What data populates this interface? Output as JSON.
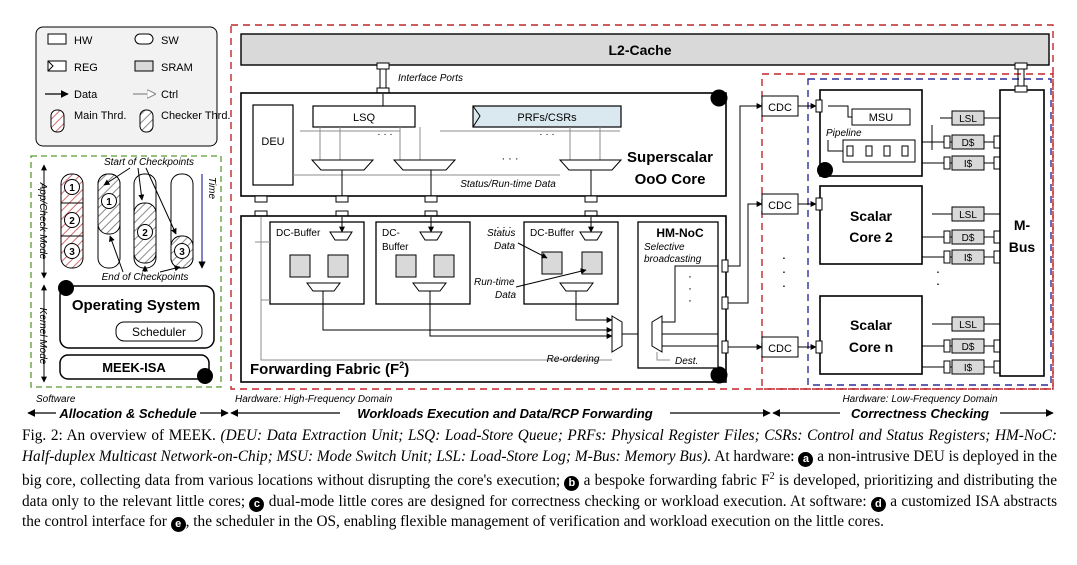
{
  "legend": {
    "hw": "HW",
    "sw": "SW",
    "reg": "REG",
    "sram": "SRAM",
    "data": "Data",
    "ctrl": "Ctrl",
    "main_thrd": "Main Thrd.",
    "checker_thrd": "Checker Thrd."
  },
  "software_panel": {
    "start_checkpoints": "Start of Checkpoints",
    "end_checkpoints": "End of Checkpoints",
    "time": "Time",
    "app_check_mode": "App/Check Mode",
    "kernel_mode": "Kernel Mode",
    "circle_1": "1",
    "circle_2": "2",
    "circle_3": "3",
    "os_title": "Operating System",
    "scheduler": "Scheduler",
    "isa": "MEEK-ISA",
    "badge_e": "e",
    "badge_d": "d",
    "domain_label": "Software"
  },
  "big_core": {
    "l2": "L2-Cache",
    "interface_ports": "Interface Ports",
    "lsq": "LSQ",
    "prfs": "PRFs/CSRs",
    "deu": "DEU",
    "title_line1": "Superscalar",
    "title_line2": "OoO Core",
    "status_runtime": "Status/Run-time Data",
    "ellipsis": "· · ·",
    "badge_a": "a",
    "badge_b": "b",
    "dc_buffer": "DC-Buffer",
    "dc_buffer_split1": "DC-",
    "dc_buffer_split2": "Buffer",
    "status_data1": "Status",
    "status_data2": "Data",
    "runtime_data1": "Run-time",
    "runtime_data2": "Data",
    "hmnoc": "HM-NoC",
    "selective1": "Selective",
    "selective2": "broadcasting",
    "reordering": "Re-ordering",
    "dest": "Dest.",
    "fabric_title": "Forwarding Fabric (F",
    "fabric_sup": "2",
    "fabric_close": ")",
    "domain_label": "Hardware: High-Frequency Domain"
  },
  "little_cores": {
    "cdc": "CDC",
    "msu": "MSU",
    "pipeline": "Pipeline",
    "lsl": "LSL",
    "dcache": "D$",
    "icache": "I$",
    "scalar2_line1": "Scalar",
    "scalar2_line2": "Core 2",
    "scalarn_line1": "Scalar",
    "scalarn_line2": "Core n",
    "mbus_line1": "M-",
    "mbus_line2": "Bus",
    "badge_c": "c",
    "vdots": "·",
    "domain_label": "Hardware: Low-Frequency Domain"
  },
  "phases": {
    "alloc": "Allocation & Schedule",
    "exec": "Workloads Execution and Data/RCP Forwarding",
    "check": "Correctness Checking"
  },
  "caption": {
    "fig_label": "Fig. 2: An overview of MEEK.",
    "abbrev": "(DEU: Data Extraction Unit; LSQ: Load-Store Queue; PRFs: Physical Register Files; CSRs: Control and Status Registers; HM-NoC: Half-duplex Multicast Network-on-Chip; MSU: Mode Switch Unit; LSL: Load-Store Log; M-Bus: Memory Bus).",
    "hw_intro": "At hardware:",
    "a_text": "a non-intrusive DEU is deployed in the big core, collecting data from various locations without disrupting the core's execution;",
    "b_text_1": "a bespoke forwarding fabric F",
    "b_sup": "2",
    "b_text_2": "is developed, prioritizing and distributing the data only to the relevant little cores;",
    "c_text": "dual-mode little cores are designed for correctness checking or workload execution. At software:",
    "d_text": "a customized ISA abstracts the control interface for",
    "e_text": ", the scheduler in the OS, enabling flexible management of verification and workload execution on the little cores.",
    "badge_a": "a",
    "badge_b": "b",
    "badge_c": "c",
    "badge_d": "d",
    "badge_e": "e"
  },
  "colors": {
    "red_domain": "#c0262c",
    "green_domain": "#5b9b32",
    "blue_domain": "#2e2e9c",
    "l2_fill": "#d9d9d9",
    "prf_fill": "#dae8f0",
    "gray_line": "#8c8c8c"
  }
}
